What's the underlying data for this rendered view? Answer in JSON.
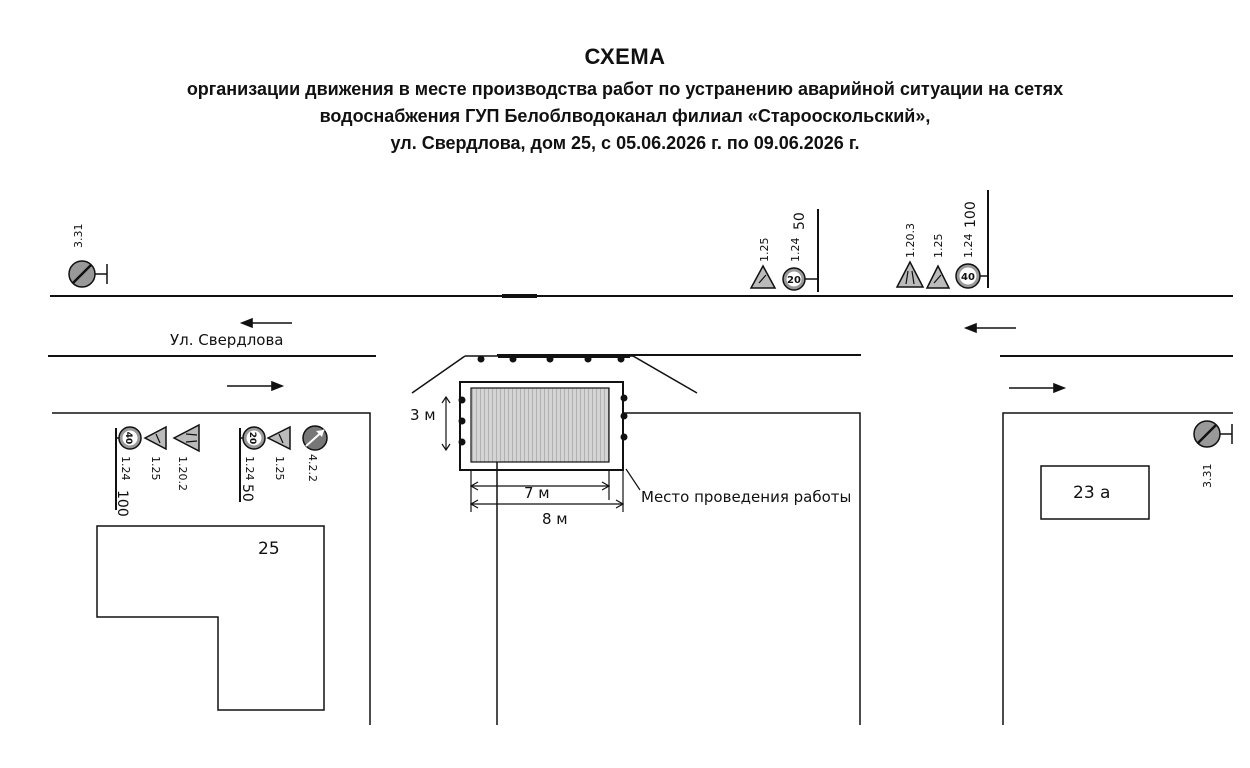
{
  "header": {
    "title": "СХЕМА",
    "line1": "организации движения в месте производства работ по устранению аварийной ситуации на сетях",
    "line2": "водоснабжения ГУП Белоблводоканал филиал «Старооскольский»,",
    "line3": "ул. Свердлова, дом 25, с 05.06.2026 г. по 09.06.2026 г."
  },
  "street": {
    "name": "Ул. Свердлова"
  },
  "buildings": {
    "left": "25",
    "right": "23 а"
  },
  "work_zone": {
    "label": "Место проведения работы",
    "width_inner": "7 м",
    "width_outer": "8 м",
    "depth": "3 м"
  },
  "signs": {
    "top_left_end": {
      "code": "3.31"
    },
    "top_mid": {
      "warning_code": "1.25",
      "speed_value": "20",
      "plate_code": "1.24",
      "distance": "50"
    },
    "top_right": {
      "narrowing_code": "1.20.3",
      "warning_code": "1.25",
      "speed_value": "40",
      "plate_code": "1.24",
      "distance": "100"
    },
    "bottom_left_a": {
      "speed_value": "40",
      "plate_code": "1.24",
      "distance": "100",
      "warning_code": "1.25",
      "narrowing_code": "1.20.2"
    },
    "bottom_left_b": {
      "speed_value": "20",
      "plate_code": "1.24",
      "distance": "50",
      "warning_code": "1.25",
      "detour_code": "4.2.2"
    },
    "right_end": {
      "code": "3.31"
    }
  },
  "colors": {
    "line": "#111111",
    "sign_fill": "#9a9a9a",
    "work_fill": "#c8c8c8"
  }
}
